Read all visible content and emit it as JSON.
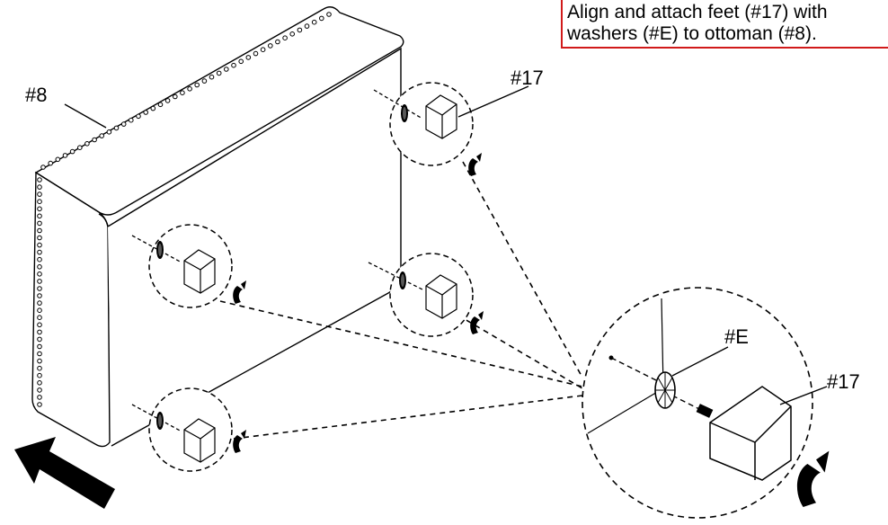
{
  "instruction": {
    "line1": "Align and attach feet (#17) with",
    "line2": "washers (#E) to ottoman (#8)."
  },
  "labels": {
    "ottoman": "#8",
    "foot_top": "#17",
    "foot_detail": "#17",
    "washer_detail": "#E"
  },
  "colors": {
    "note_border": "#d11a1a",
    "ink": "#000000"
  }
}
